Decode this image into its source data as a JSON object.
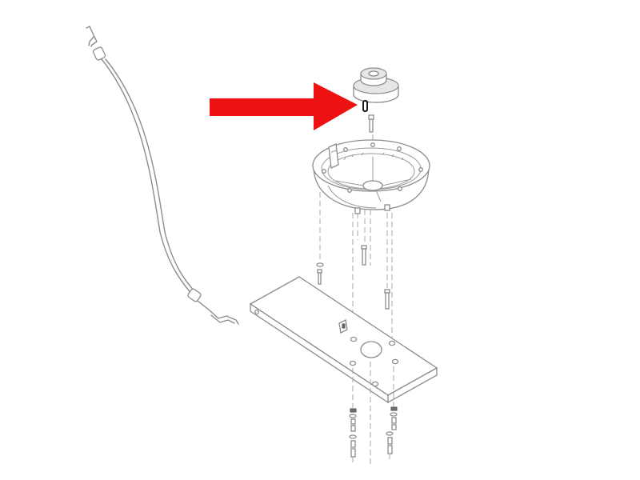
{
  "diagram": {
    "background": "#ffffff",
    "line_color": "#8c8c8c",
    "callout": {
      "color": "#ee1111",
      "points_to": "highlighted-key"
    },
    "parts": [
      "control-cable",
      "pulley",
      "highlighted-key",
      "pulley-bolt",
      "gear-housing",
      "mounting-plate",
      "fastener-stack"
    ]
  }
}
